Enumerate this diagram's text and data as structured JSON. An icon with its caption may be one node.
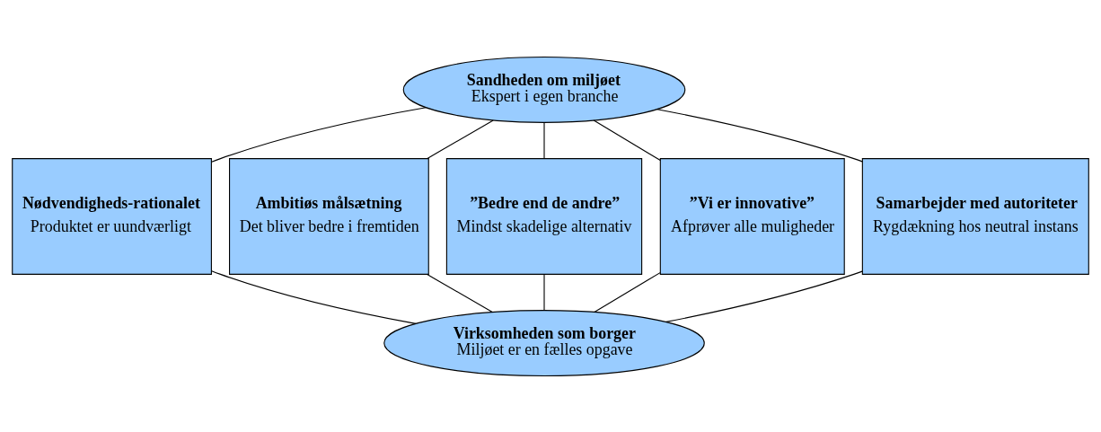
{
  "diagram": {
    "nodes": [
      {
        "text": [
          "Sandheden om miljøet",
          "Ekspert i egen branche"
        ]
      },
      {
        "text": [
          "Nødvendigheds-rationalet",
          "Produktet er uundværligt"
        ]
      },
      {
        "text": [
          "Ambitiøs målsætning",
          "Det bliver bedre i fremtiden"
        ]
      },
      {
        "text": [
          "”Bedre end de andre”",
          "Mindst skadelige alternativ"
        ]
      },
      {
        "text": [
          "”Vi er innovative”",
          "Afprøver alle muligheder"
        ]
      },
      {
        "text": [
          "Samarbejder med autoriteter",
          "Rygdækning hos neutral instans"
        ]
      },
      {
        "text": [
          "Virksomheden som borger",
          "Miljøet er en fælles opgave"
        ]
      }
    ],
    "edges": [
      {
        "from": 0,
        "to": 1,
        "arrow": "none"
      },
      {
        "from": 0,
        "to": 2,
        "arrow": "none"
      },
      {
        "from": 0,
        "to": 3,
        "arrow": "none"
      },
      {
        "from": 0,
        "to": 4,
        "arrow": "none"
      },
      {
        "from": 0,
        "to": 5,
        "arrow": "none"
      },
      {
        "from": 1,
        "to": 6,
        "arrow": "none"
      },
      {
        "from": 2,
        "to": 6,
        "arrow": "none"
      },
      {
        "from": 3,
        "to": 6,
        "arrow": "none"
      },
      {
        "from": 4,
        "to": 6,
        "arrow": "none"
      },
      {
        "from": 5,
        "to": 6,
        "arrow": "none"
      }
    ]
  }
}
